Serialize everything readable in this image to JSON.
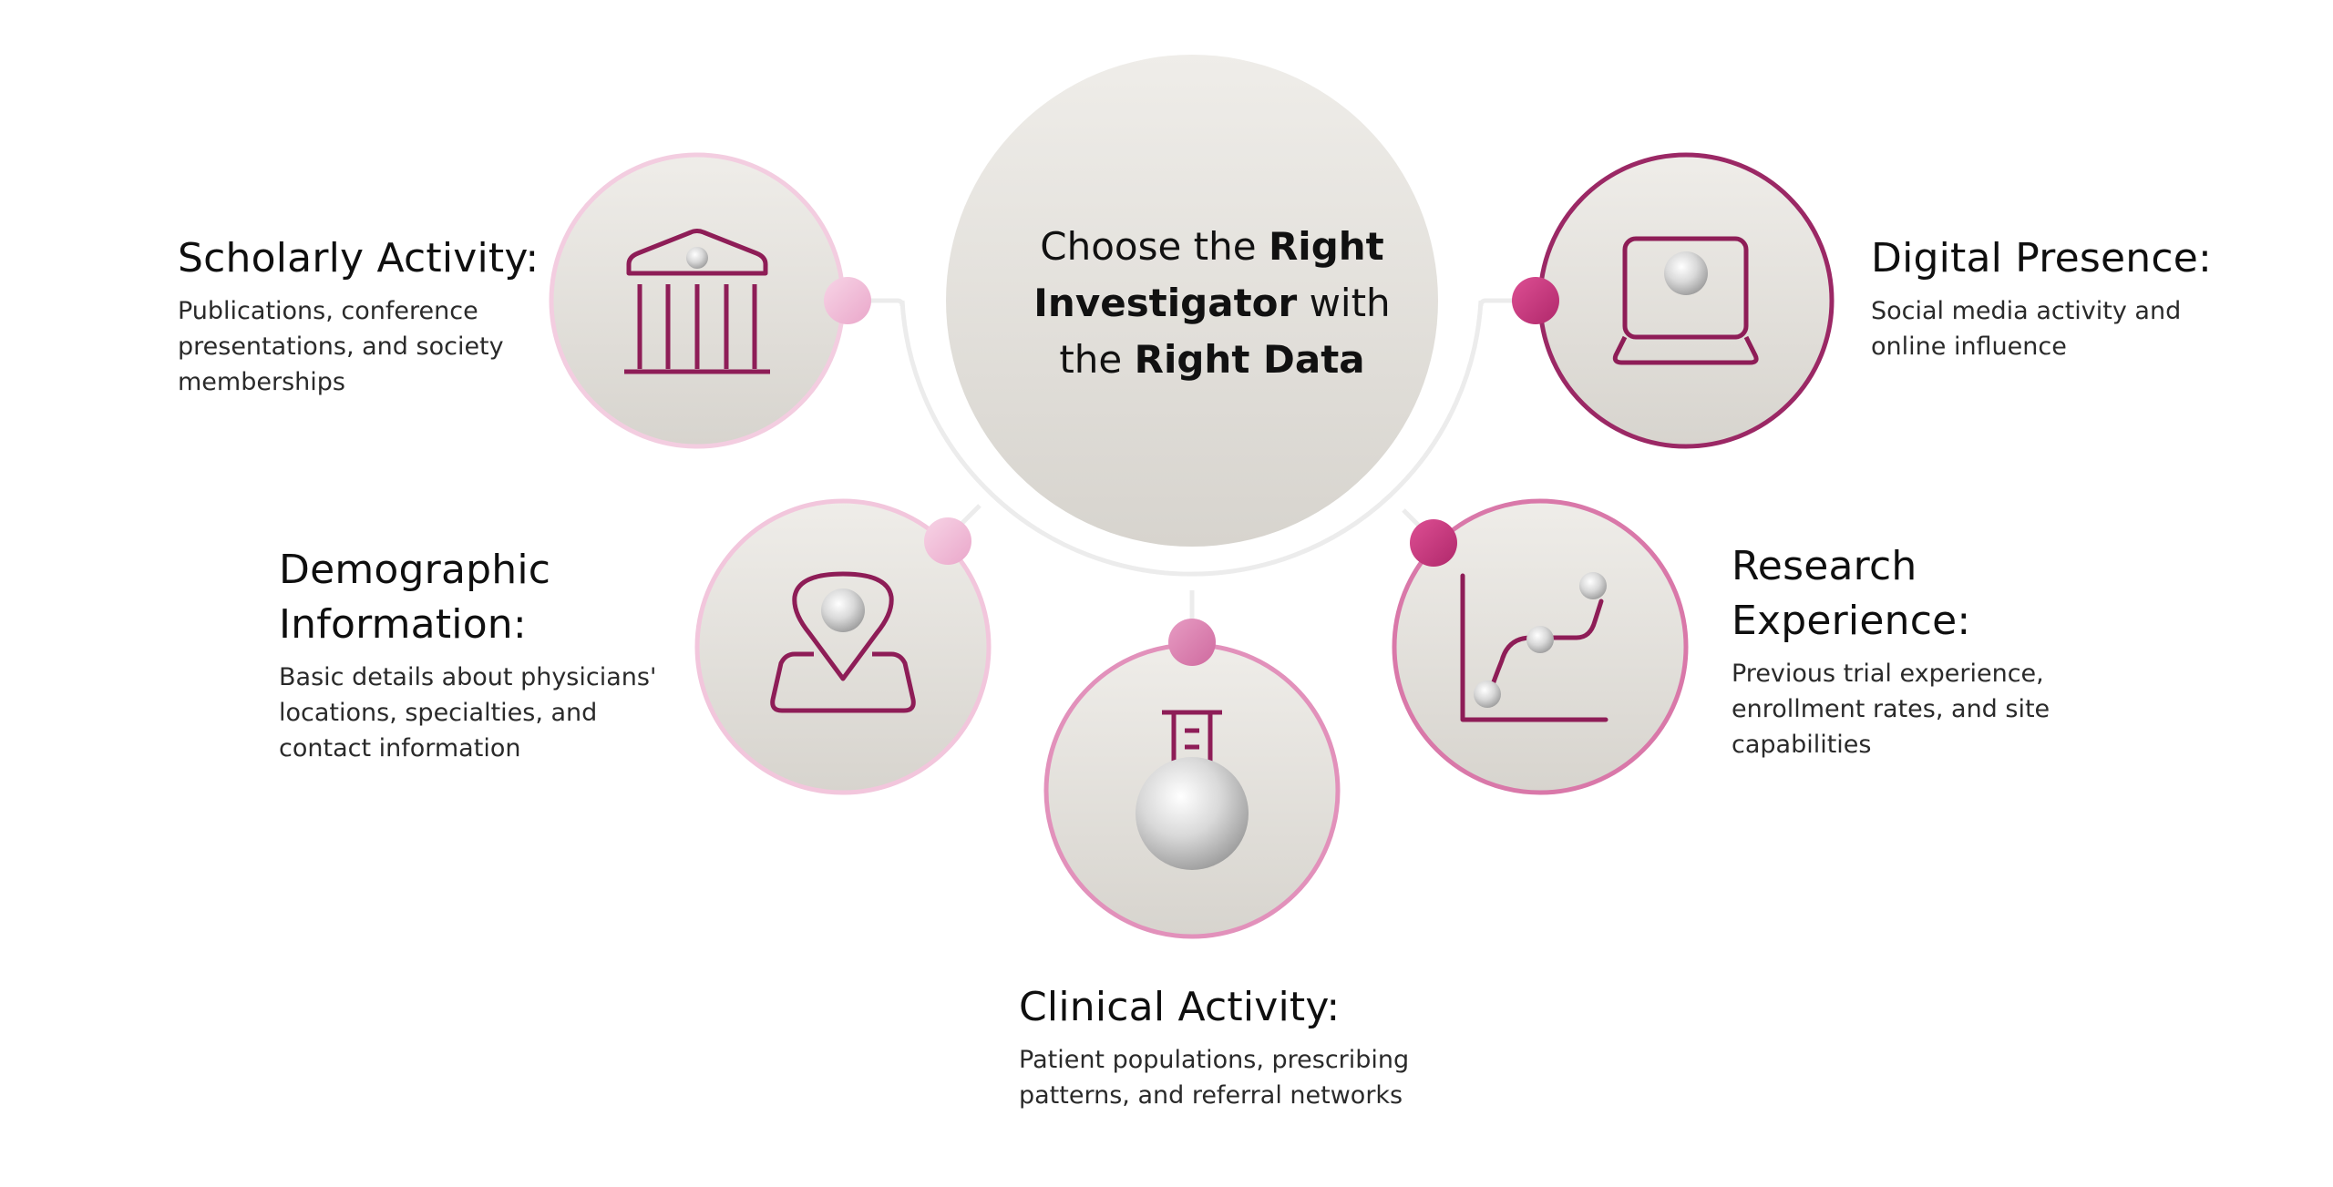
{
  "center": {
    "line1_a": "Choose the ",
    "line1_b": "Right",
    "line2_a": "Investigator",
    "line2_b": " with",
    "line3_a": "the ",
    "line3_b": "Right Data"
  },
  "items": {
    "scholarly": {
      "title": "Scholarly Activity:",
      "desc": [
        "Publications, conference",
        "presentations, and society",
        "memberships"
      ]
    },
    "demographic": {
      "title": [
        "Demographic",
        "Information:"
      ],
      "desc": [
        "Basic details about physicians'",
        "locations, specialties, and",
        "contact information"
      ]
    },
    "clinical": {
      "title": "Clinical Activity:",
      "desc": [
        "Patient populations, prescribing",
        "patterns, and referral networks"
      ]
    },
    "research": {
      "title": [
        "Research",
        "Experience:"
      ],
      "desc": [
        "Previous trial experience,",
        "enrollment rates, and site",
        "capabilities"
      ]
    },
    "digital": {
      "title": "Digital Presence:",
      "desc": [
        "Social media activity and",
        "online influence"
      ]
    }
  },
  "colors": {
    "icon_stroke": "#8e1d57",
    "circle_fill_top": "#eeece8",
    "circle_fill_bottom": "#d8d5cf",
    "ring_light": "#f2c6dc",
    "ring_mid": "#e291bb",
    "ring_dark": "#9b2865",
    "connector": "#ececec",
    "dot_light": "#f0b8d4",
    "dot_mid": "#d978a9",
    "dot_dark": "#c8347b"
  },
  "icons": [
    "bank-icon",
    "location-pin-icon",
    "flask-icon",
    "line-chart-icon",
    "laptop-icon"
  ]
}
